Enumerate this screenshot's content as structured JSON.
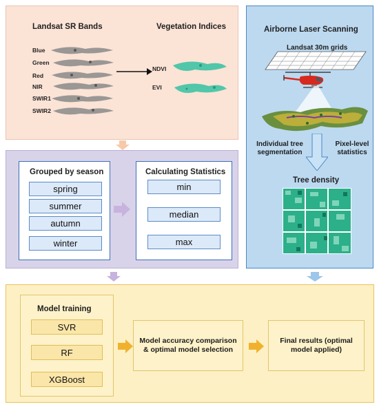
{
  "landsat": {
    "bands_title": "Landsat SR Bands",
    "bands": [
      "Blue",
      "Green",
      "Red",
      "NIR",
      "SWIR1",
      "SWIR2"
    ],
    "indices_title": "Vegetation Indices",
    "indices": [
      "NDVI",
      "EVI"
    ]
  },
  "als": {
    "title": "Airborne Laser Scanning",
    "grid_label": "Landsat 30m grids",
    "left_label": "Individual tree segmentation",
    "right_label": "Pixel-level statistics",
    "density_label": "Tree density"
  },
  "season": {
    "title": "Grouped by season",
    "items": [
      "spring",
      "summer",
      "autumn",
      "winter"
    ]
  },
  "stats": {
    "title": "Calculating Statistics",
    "items": [
      "min",
      "median",
      "max"
    ]
  },
  "model": {
    "title": "Model training",
    "items": [
      "SVR",
      "RF",
      "XGBoost"
    ]
  },
  "compare": {
    "text": "Model accuracy comparison & optimal model selection"
  },
  "final": {
    "text": "Final results (optimal model applied)"
  },
  "colors": {
    "peach": "#fbe3d6",
    "lilac": "#d9d3ea",
    "blue": "#bcd9f0",
    "yellow": "#fdf0c4",
    "arrow_lilac": "#c7b3de",
    "arrow_blue": "#9ec5ea",
    "arrow_orange": "#f0b22e"
  }
}
